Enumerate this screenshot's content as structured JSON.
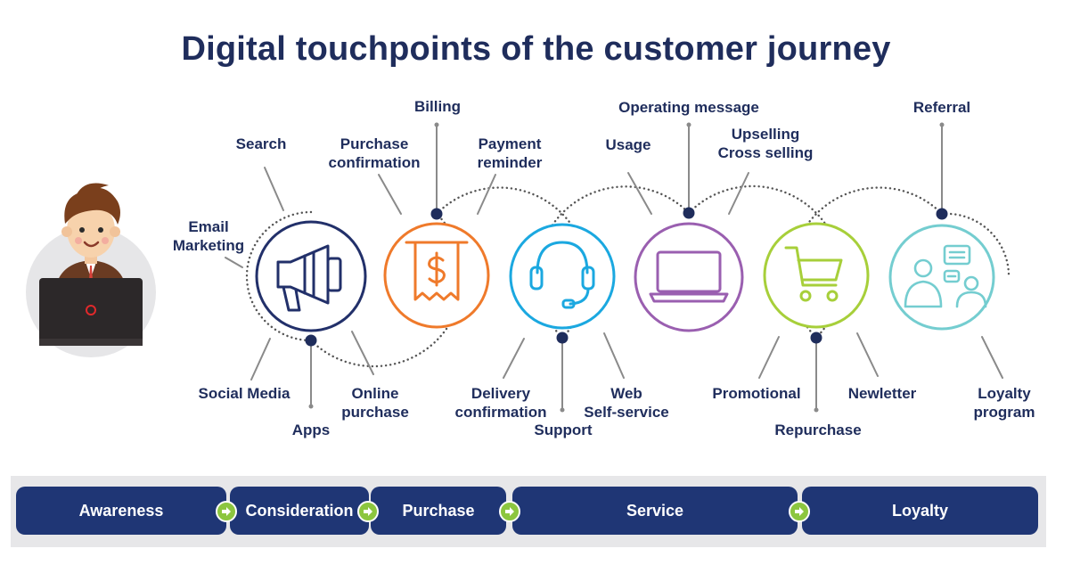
{
  "title": "Digital touchpoints of the customer journey",
  "colors": {
    "navy": "#1f2d5c",
    "stage_blue": "#1f3675",
    "arrow_green": "#8cc63f",
    "circle_megaphone": "#22306a",
    "circle_receipt": "#ef7a2b",
    "circle_headset": "#1ba8e0",
    "circle_laptop": "#9a5fb0",
    "circle_cart": "#a7cf3a",
    "circle_support_agent": "#74cdd0"
  },
  "person": {
    "icon": "person-with-laptop-icon"
  },
  "touchpoint_circles": [
    {
      "icon": "megaphone-icon"
    },
    {
      "icon": "receipt-dollar-icon"
    },
    {
      "icon": "headset-icon"
    },
    {
      "icon": "laptop-icon"
    },
    {
      "icon": "shopping-cart-icon"
    },
    {
      "icon": "customer-support-chat-icon"
    }
  ],
  "touchpoints": [
    {
      "id": "email-marketing",
      "label": "Email\nMarketing"
    },
    {
      "id": "search",
      "label": "Search"
    },
    {
      "id": "social-media",
      "label": "Social Media"
    },
    {
      "id": "apps",
      "label": "Apps"
    },
    {
      "id": "online-purchase",
      "label": "Online\npurchase"
    },
    {
      "id": "purchase-confirmation",
      "label": "Purchase\nconfirmation"
    },
    {
      "id": "billing",
      "label": "Billing"
    },
    {
      "id": "payment-reminder",
      "label": "Payment\nreminder"
    },
    {
      "id": "delivery-confirmation",
      "label": "Delivery\nconfirmation"
    },
    {
      "id": "support",
      "label": "Support"
    },
    {
      "id": "web-self-service",
      "label": "Web\nSelf-service"
    },
    {
      "id": "usage",
      "label": "Usage"
    },
    {
      "id": "operating-message",
      "label": "Operating message"
    },
    {
      "id": "upselling-cross-selling",
      "label": "Upselling\nCross selling"
    },
    {
      "id": "promotional",
      "label": "Promotional"
    },
    {
      "id": "repurchase",
      "label": "Repurchase"
    },
    {
      "id": "newletter",
      "label": "Newletter"
    },
    {
      "id": "referral",
      "label": "Referral"
    },
    {
      "id": "loyalty-program",
      "label": "Loyalty\nprogram"
    }
  ],
  "stages": [
    {
      "label": "Awareness"
    },
    {
      "label": "Consideration"
    },
    {
      "label": "Purchase"
    },
    {
      "label": "Service"
    },
    {
      "label": "Loyalty"
    }
  ]
}
